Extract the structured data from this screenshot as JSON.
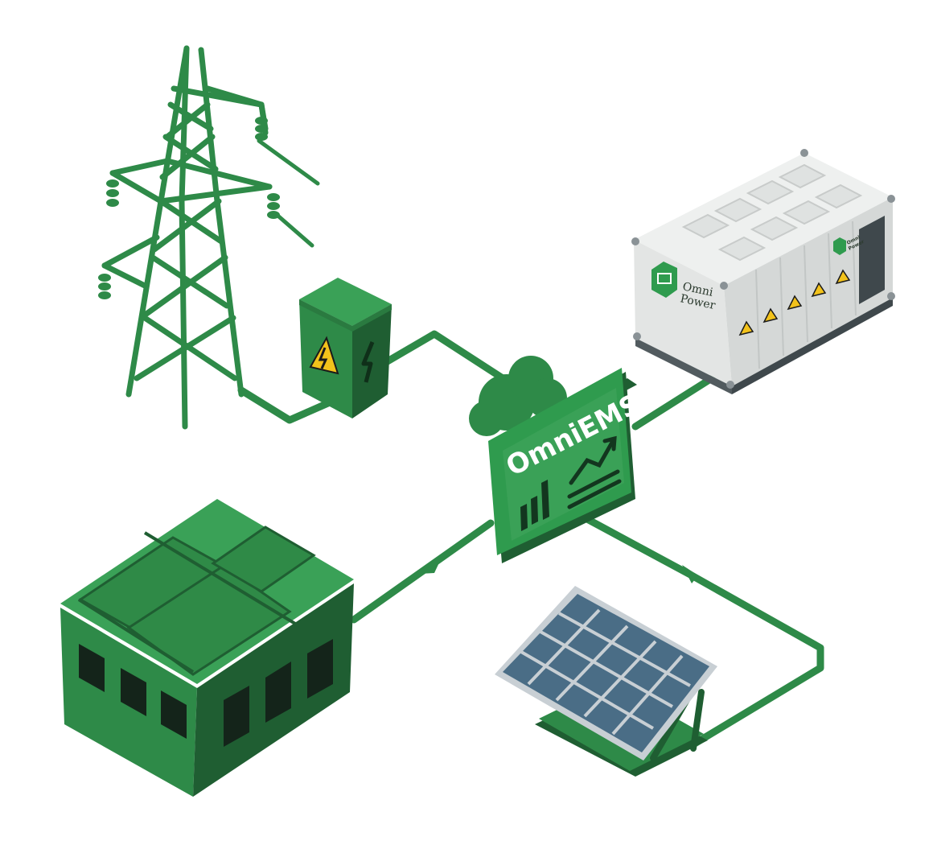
{
  "hub": {
    "title": "OmniEMS"
  },
  "battery": {
    "brand_line1": "Omni",
    "brand_line2": "Power",
    "small_brand_line1": "Omni",
    "small_brand_line2": "Power"
  },
  "colors": {
    "green_dark": "#1f5e32",
    "green_mid": "#2e8a48",
    "green_light": "#3aa157",
    "green_bright": "#2f9b4e",
    "container_gray": "#e3e5e4",
    "panel_blue": "#4a6d86",
    "warning_yellow": "#f2c21b"
  },
  "icons": [
    "transmission-tower-icon",
    "electrical-cabinet-icon",
    "cloud-icon",
    "battery-container-icon",
    "solar-panel-icon",
    "building-icon",
    "high-voltage-warning-icon",
    "bar-chart-icon",
    "trend-line-icon"
  ]
}
